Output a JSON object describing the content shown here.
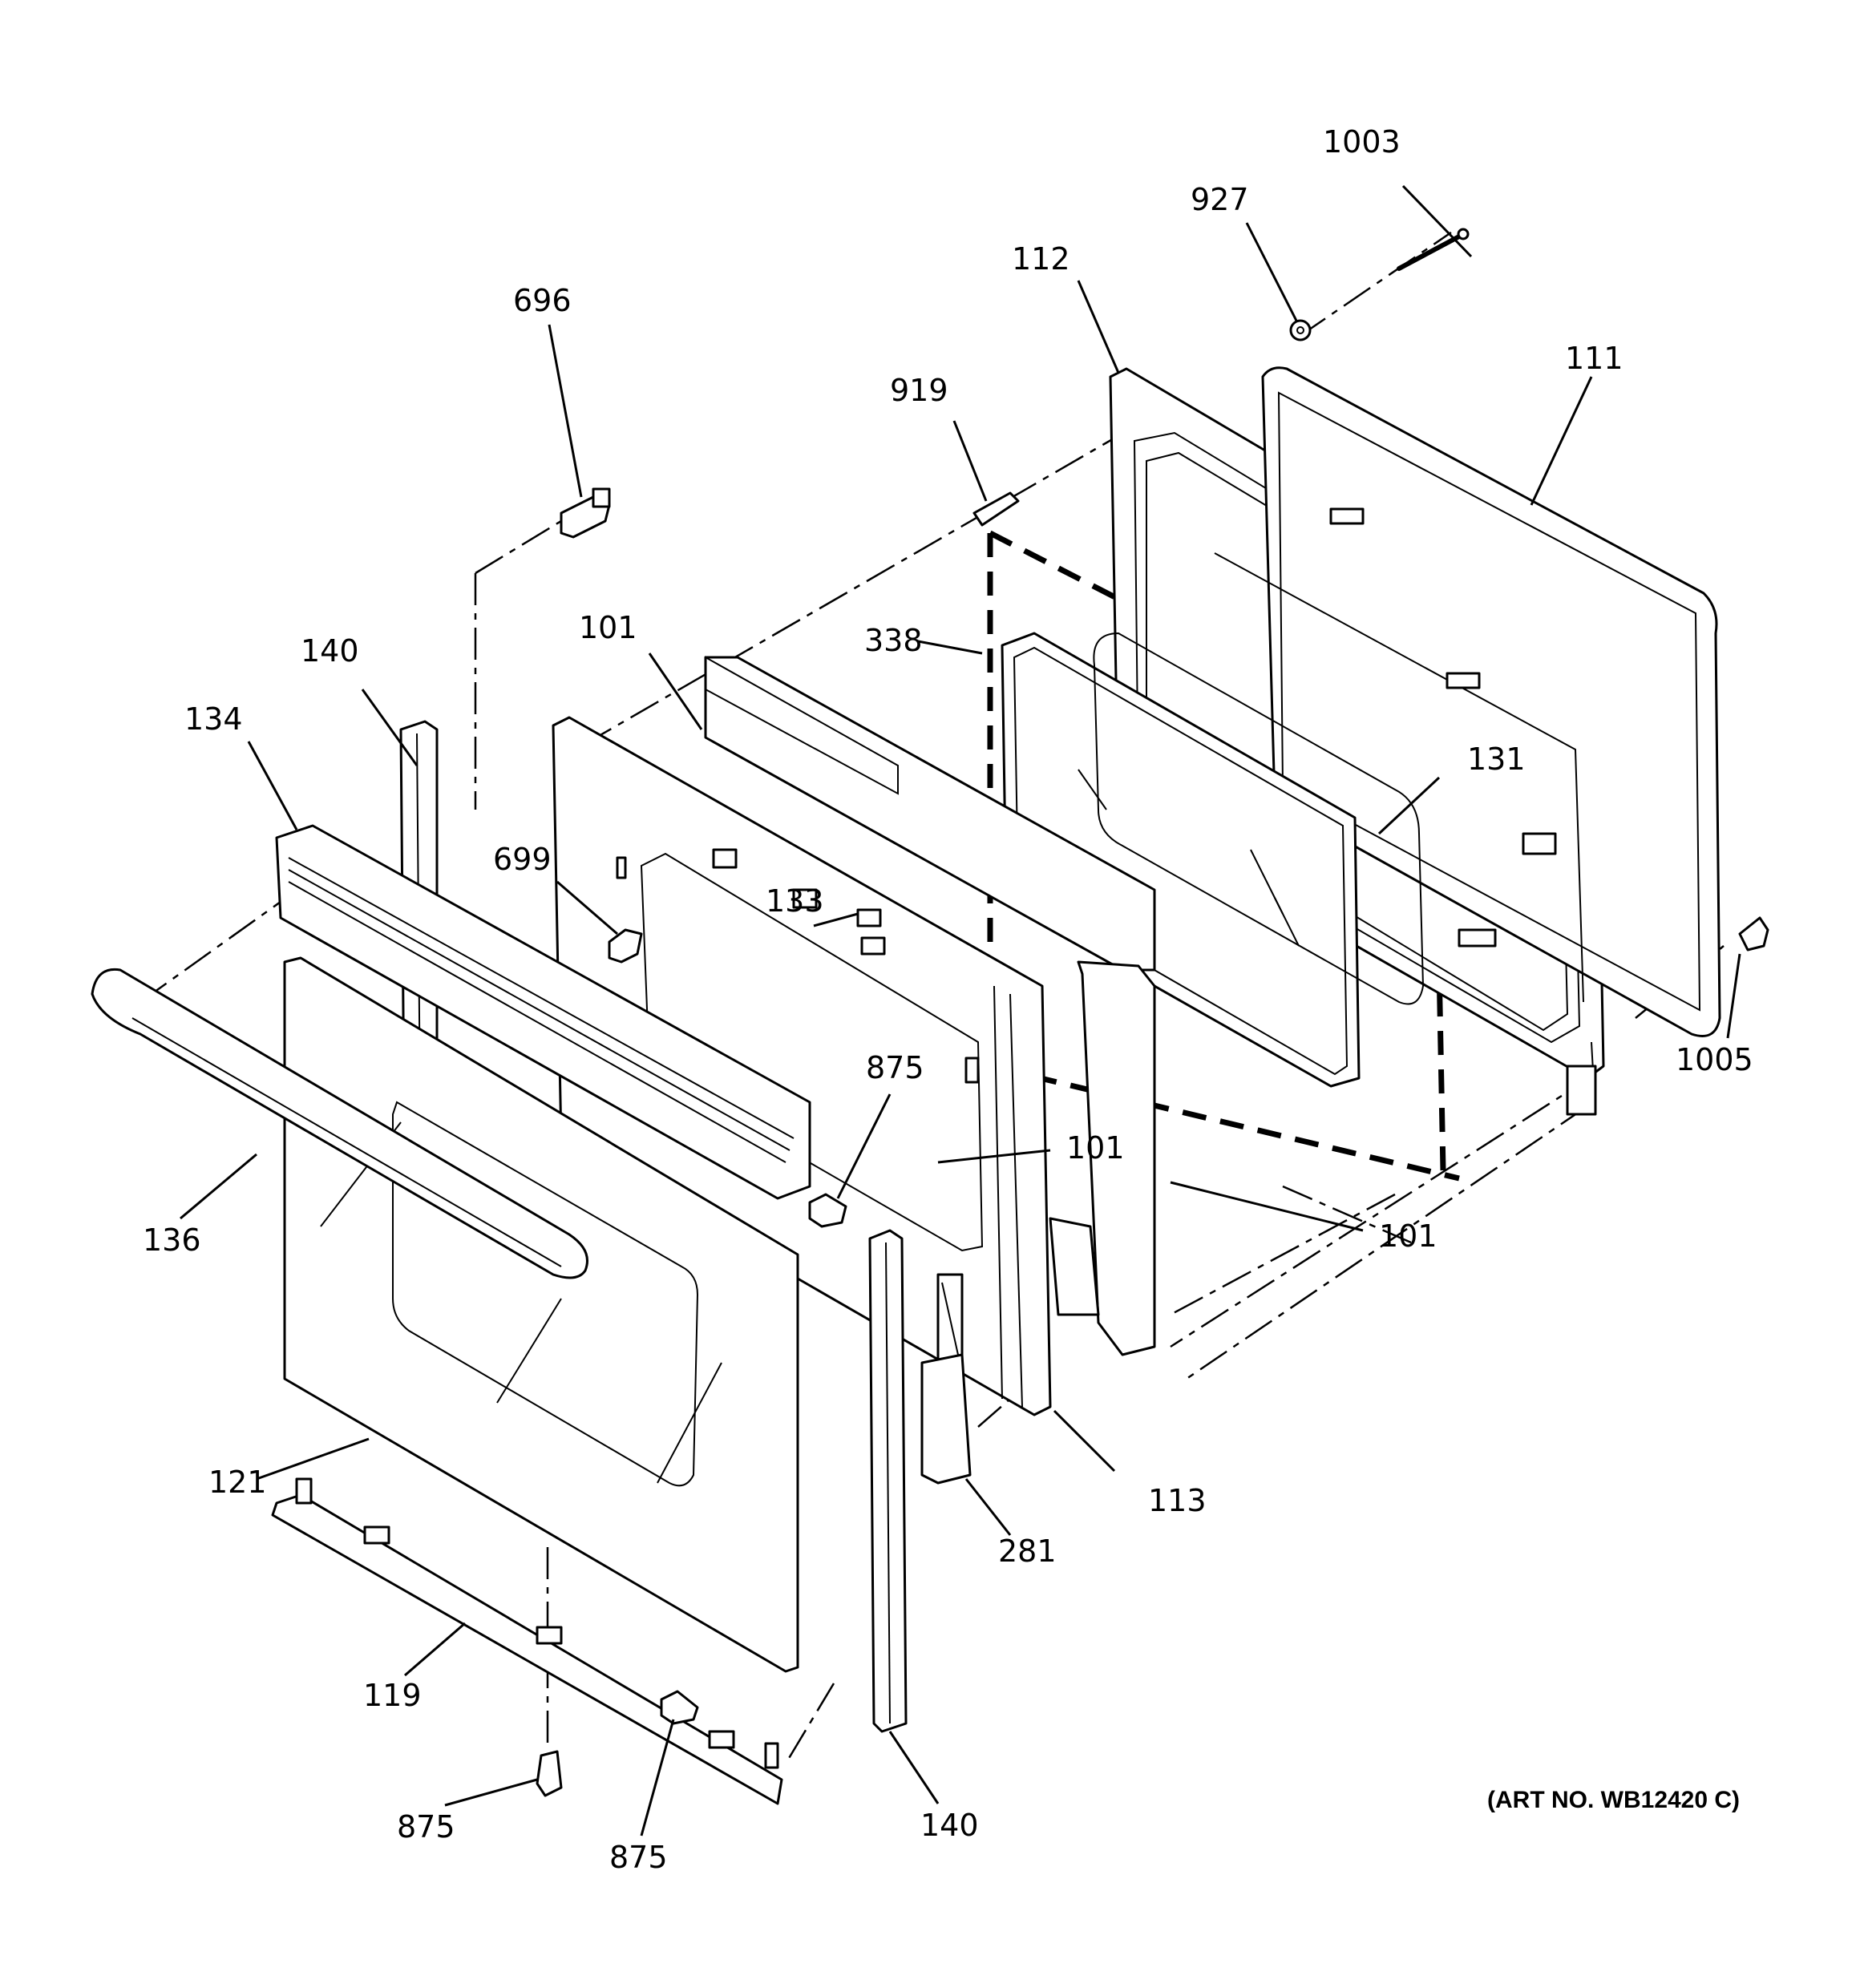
{
  "diagram": {
    "art_number": "(ART NO. WB12420 C)",
    "callouts": {
      "c1003": "1003",
      "c927": "927",
      "c112": "112",
      "c696": "696",
      "c919": "919",
      "c111": "111",
      "c101_top": "101",
      "c338": "338",
      "c140_top": "140",
      "c134": "134",
      "c131": "131",
      "c699": "699",
      "c133": "133",
      "c1005": "1005",
      "c875_mid": "875",
      "c101_mid": "101",
      "c136": "136",
      "c101_right": "101",
      "c121": "121",
      "c113": "113",
      "c281": "281",
      "c119": "119",
      "c875_left": "875",
      "c140_bottom": "140",
      "c875_bottom": "875"
    }
  }
}
